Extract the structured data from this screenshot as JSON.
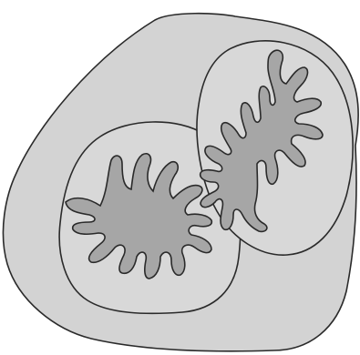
{
  "diagram": {
    "description_labels": [],
    "colors": {
      "background": "#ffffff",
      "outer_tissue": "#d3d3d3",
      "capsule": "#d8d8d8",
      "lumen": "#a6a6a6",
      "stroke": "#2a2a2a"
    },
    "icons": [
      "outer-tissue-shape",
      "left-capsule-shape",
      "right-capsule-shape",
      "left-lumen-shape",
      "right-lumen-shape"
    ]
  }
}
